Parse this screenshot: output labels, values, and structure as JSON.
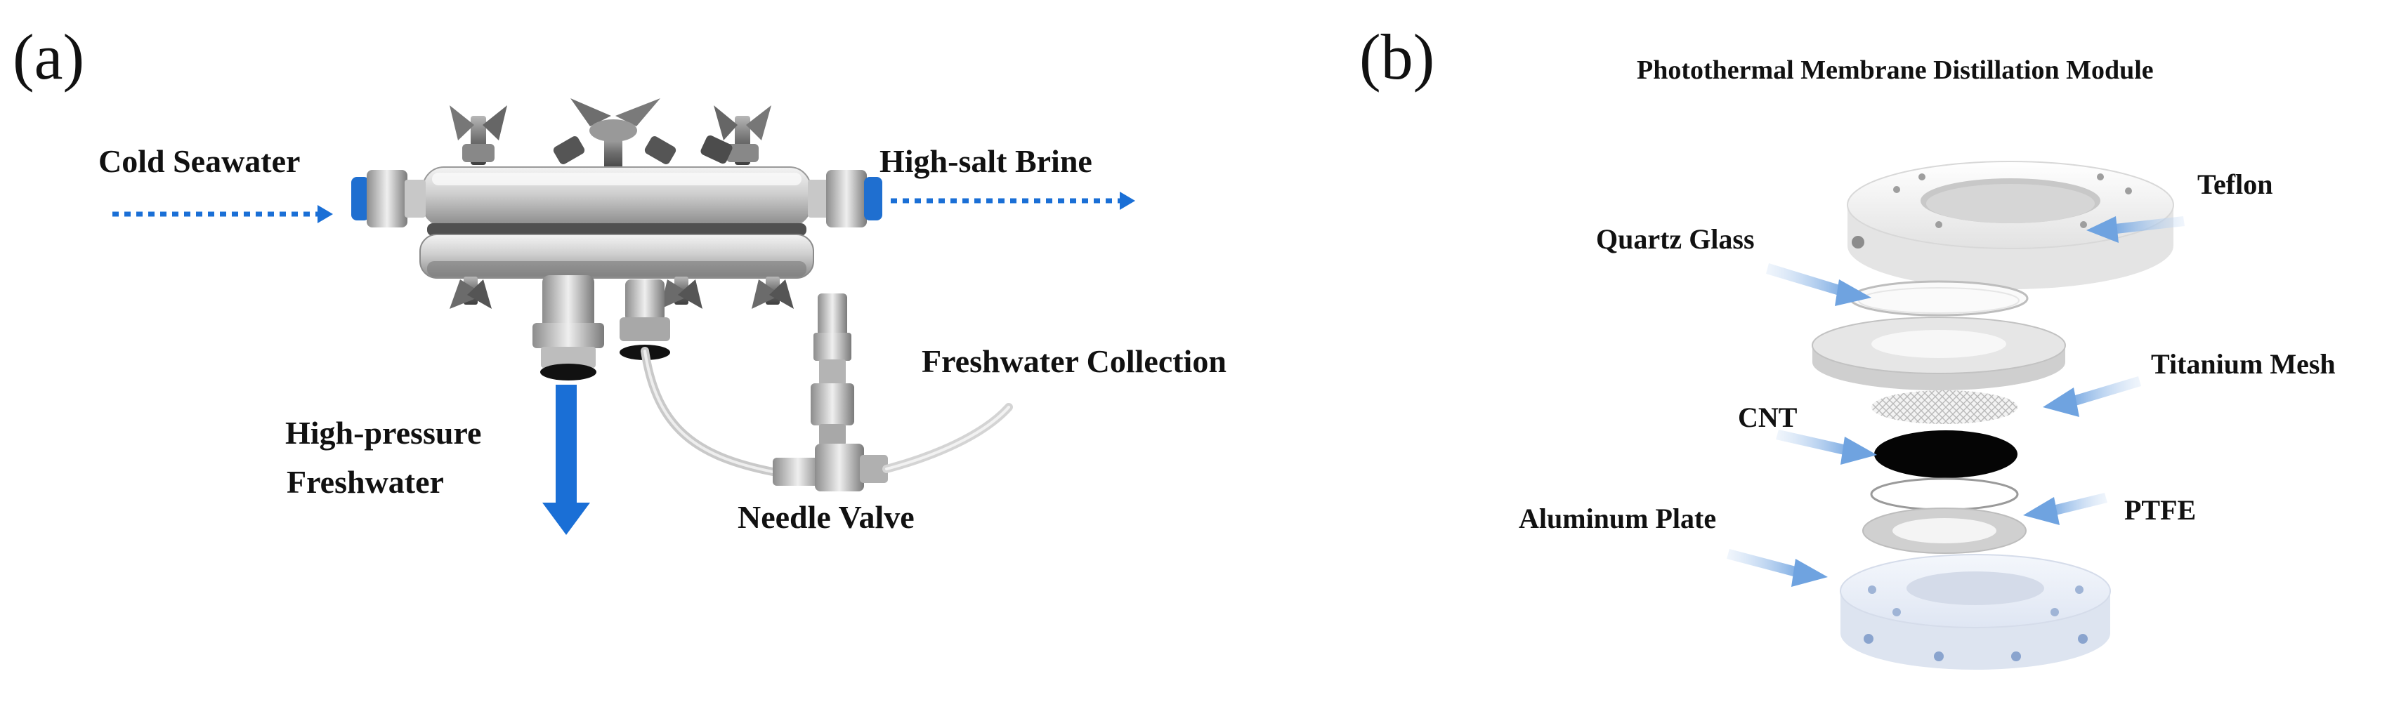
{
  "panel_a": {
    "letter": "(a)",
    "labels": {
      "cold_seawater": "Cold Seawater",
      "high_salt_brine": "High-salt Brine",
      "freshwater_collection": "Freshwater Collection",
      "high_pressure_line1": "High-pressure",
      "high_pressure_line2": "Freshwater",
      "needle_valve": "Needle Valve"
    }
  },
  "panel_b": {
    "letter": "(b)",
    "title": "Photothermal Membrane Distillation Module",
    "labels": {
      "teflon": "Teflon",
      "quartz_glass": "Quartz Glass",
      "titanium_mesh": "Titanium Mesh",
      "cnt": "CNT",
      "ptfe": "PTFE",
      "aluminum_plate": "Aluminum Plate"
    }
  },
  "colors": {
    "flow_arrow": "#1a6fd6",
    "pointer_arrow": "#8fb8e8",
    "text": "#111111"
  }
}
